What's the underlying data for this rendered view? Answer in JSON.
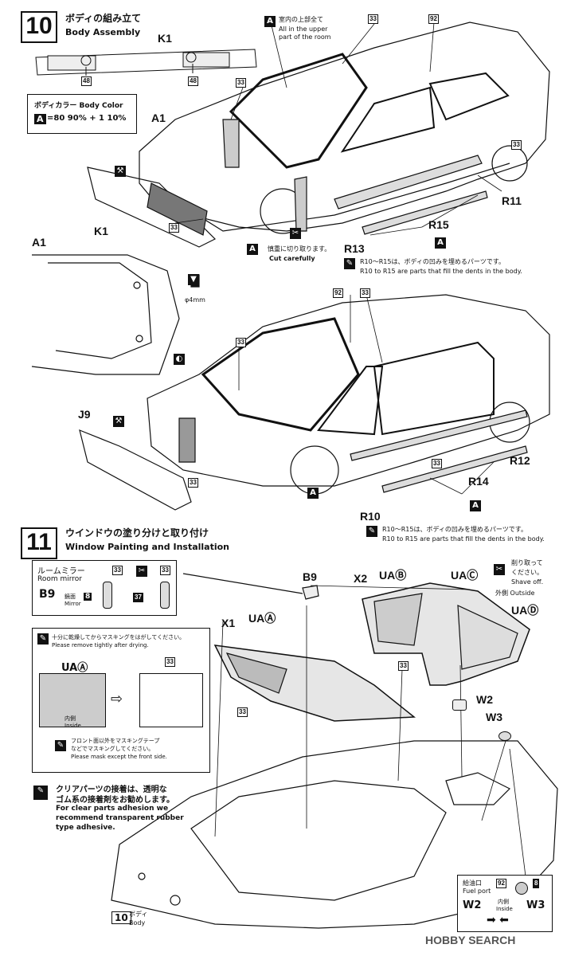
{
  "step10": {
    "number": "10",
    "title_jp": "ボディの組み立て",
    "title_en": "Body Assembly",
    "k1_top": "K1",
    "part48_left": "48",
    "part48_right": "48",
    "color_title": "ボディカラー Body Color",
    "color_A": "A",
    "color_formula": "=80 90% + 1 10%",
    "A1_label": "A1",
    "K1_label": "K1",
    "interior_note_jp": "室内の上部全て",
    "interior_note_en1": "All in the upper",
    "interior_note_en2": "part of the room",
    "interior_A": "A",
    "n33_a": "33",
    "n92_a": "92",
    "n33_b": "33",
    "n33_c": "33",
    "n33_d": "33",
    "R11": "R11",
    "R15": "R15",
    "R13": "R13",
    "cut_jp": "慎重に切り取ります。",
    "cut_en": "Cut carefully",
    "dents_jp_1": "R10〜R15は、ボディの凹みを埋めるパーツです。",
    "dents_en_1": "R10 to R15 are parts that fill the dents in the body.",
    "A_marks": [
      "A",
      "A"
    ],
    "A1_bottom": "A1",
    "drill": "φ4mm",
    "n92_b": "92",
    "n33_e": "33",
    "n33_f": "33",
    "n33_g": "33",
    "n33_h": "33",
    "J9": "J9",
    "R12": "R12",
    "R14": "R14",
    "A_marks2": [
      "A",
      "A"
    ],
    "R10": "R10",
    "dents_jp_2": "R10〜R15は、ボディの凹みを埋めるパーツです。",
    "dents_en_2": "R10 to R15 are parts that fill the dents in the body."
  },
  "step11": {
    "number": "11",
    "title_jp": "ウインドウの塗り分けと取り付け",
    "title_en": "Window Painting and Installation",
    "mirror_jp": "ルームミラー",
    "mirror_en": "Room mirror",
    "B9": "B9",
    "mirror_part_jp": "鏡面",
    "mirror_part_en": "Mirror",
    "n8": "8",
    "n33_m1": "33",
    "n33_m2": "33",
    "n37": "37",
    "B9_top": "B9",
    "X1": "X1",
    "X2": "X2",
    "UAA": "UAⒶ",
    "UAB": "UAⒷ",
    "UAC": "UAⒸ",
    "UAD": "UAⒹ",
    "shave_jp1": "削り取って",
    "shave_jp2": "ください。",
    "shave_en": "Shave off.",
    "outside": "外側 Outside",
    "n33_x1": "33",
    "n33_x2": "33",
    "W2": "W2",
    "W3": "W3",
    "mask_jp": "十分に乾燥してからマスキングをはがしてください。",
    "mask_en": "Please remove tightly after drying.",
    "UA_panel": "UAⒶ",
    "n33_panel": "33",
    "inside_jp": "内側",
    "inside_en": "Inside",
    "front_jp1": "フロント面以外をマスキングテープ",
    "front_jp2": "などでマスキングしてください。",
    "front_en": "Please mask except the front side.",
    "clear_jp1": "クリアパーツの接着は、透明な",
    "clear_jp2": "ゴム系の接着剤をお勧めします。",
    "clear_en1": "For clear parts adhesion we",
    "clear_en2": "recommend transparent rubber",
    "clear_en3": "type adhesive.",
    "body_ref_num": "10",
    "body_ref_jp": "ボディ",
    "body_ref_en": "Body",
    "fuel_jp": "給油口",
    "fuel_en": "Fuel port",
    "n92_f": "92",
    "n8_f": "8",
    "inside2_jp": "内側",
    "inside2_en": "Inside",
    "W2_f": "W2",
    "W3_f": "W3"
  },
  "watermark": "HOBBY SEARCH"
}
